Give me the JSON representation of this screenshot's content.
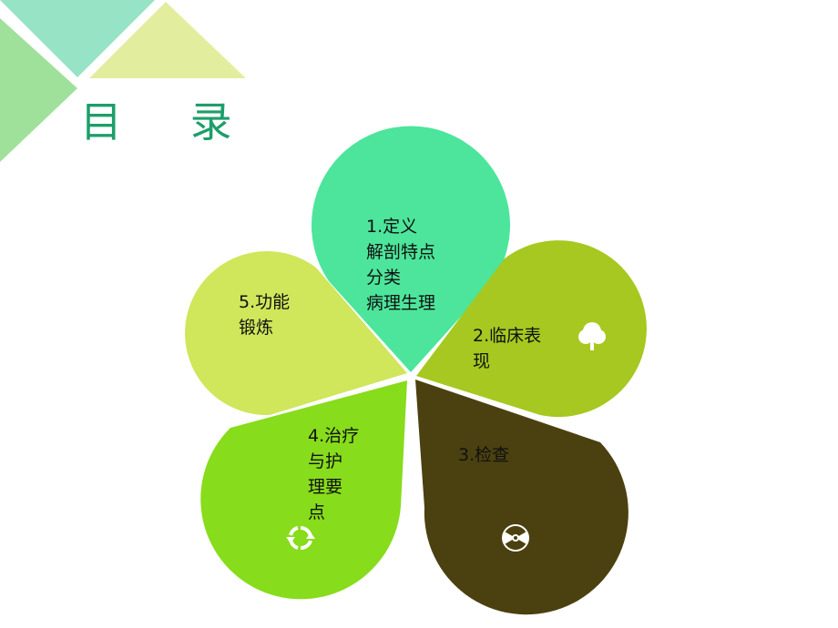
{
  "slide": {
    "title": "目 录",
    "colors": {
      "title": "#1e9e6a",
      "deco_teal": "#96e3c6",
      "deco_green": "#9fe19a",
      "deco_yellow": "#e2ee9e"
    }
  },
  "petals": [
    {
      "id": "p1",
      "lines": [
        "1.定义",
        "解剖特点",
        "分类",
        "病理生理"
      ],
      "color": "#4ce59b",
      "text_color": "#111111",
      "icon": ""
    },
    {
      "id": "p2",
      "lines": [
        "2.临床表",
        "现"
      ],
      "color": "#a6c820",
      "text_color": "#111111",
      "icon": "tree-icon"
    },
    {
      "id": "p3",
      "lines": [
        "3.检查"
      ],
      "color": "#4b4110",
      "text_color": "#111111",
      "icon": "radiation-icon"
    },
    {
      "id": "p4",
      "lines": [
        "4.治疗",
        "与护",
        "理要",
        "点"
      ],
      "color": "#87dc1b",
      "text_color": "#111111",
      "icon": "cycle-arrows-icon"
    },
    {
      "id": "p5",
      "lines": [
        "5.功能",
        "锻炼"
      ],
      "color": "#d0e65b",
      "text_color": "#111111",
      "icon": ""
    }
  ]
}
